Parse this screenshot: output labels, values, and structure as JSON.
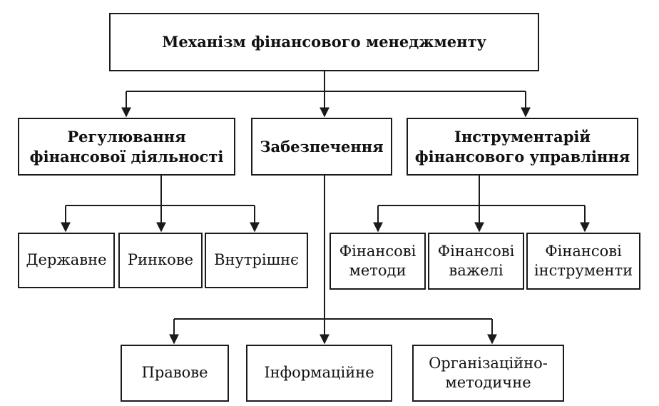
{
  "root": {
    "label": "Механізм фінансового менеджменту"
  },
  "level1": {
    "regulation": "Регулювання\nфінансової діяльності",
    "support": "Забезпечення",
    "toolkit": "Інструментарій\nфінансового управління"
  },
  "regulation_children": [
    "Державне",
    "Ринкове",
    "Внутрішнє"
  ],
  "toolkit_children": [
    "Фінансові\nметоди",
    "Фінансові\nважелі",
    "Фінансові\nінструменти"
  ],
  "support_children": [
    "Правове",
    "Інформаційне",
    "Організаційно-\nметодичне"
  ],
  "colors": {
    "line": "#1a1a1a",
    "box_border": "#1a1a1a",
    "text": "#111111"
  }
}
